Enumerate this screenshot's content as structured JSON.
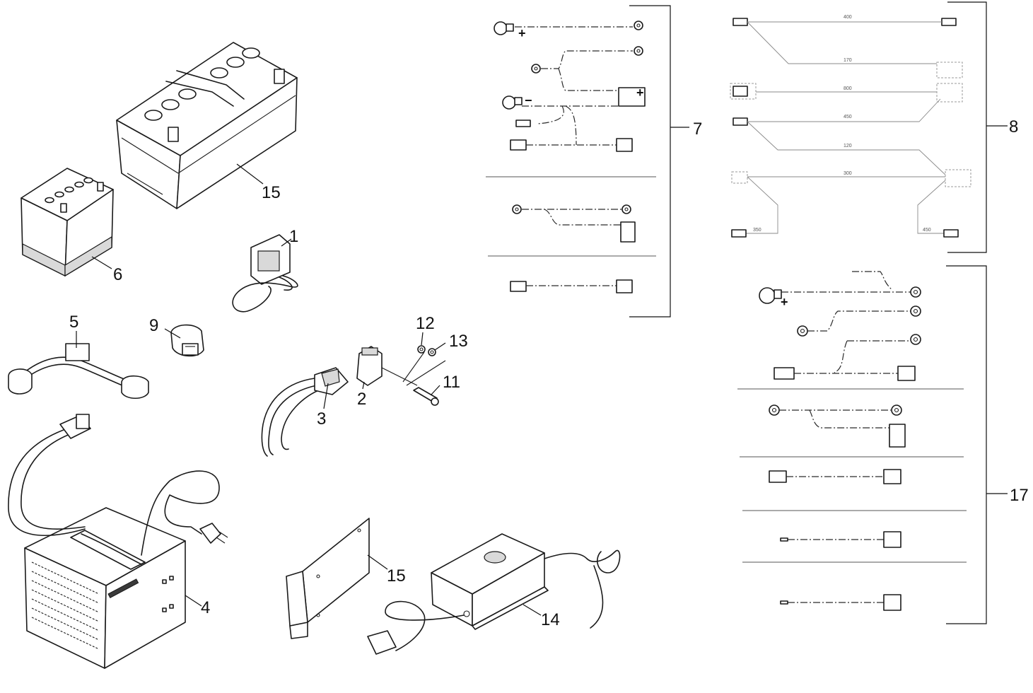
{
  "callouts": {
    "p1": "1",
    "p2": "2",
    "p3": "3",
    "p4": "4",
    "p5": "5",
    "p6": "6",
    "p7": "7",
    "p8": "8",
    "p9": "9",
    "p11": "11",
    "p12": "12",
    "p13": "13",
    "p14": "14",
    "p15a": "15",
    "p15b": "15",
    "p17": "17"
  },
  "harness8": {
    "len400": "400",
    "len170": "170",
    "len800": "800",
    "len450a": "450",
    "len120": "120",
    "len300": "300",
    "len350": "350",
    "len450b": "450"
  },
  "symbols": {
    "plus": "+",
    "minus": "−"
  },
  "colors": {
    "line": "#1a1a1a",
    "grey_wire": "#8a8a8a",
    "fill": "#d9d9d9"
  }
}
